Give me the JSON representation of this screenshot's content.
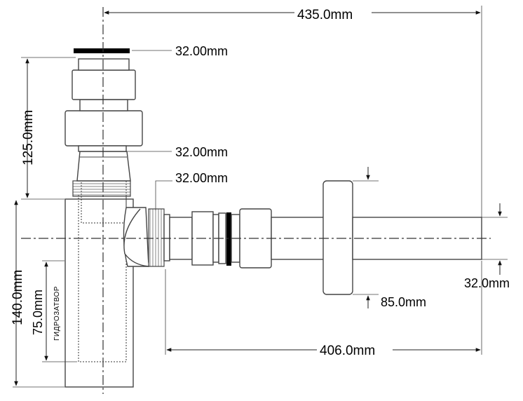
{
  "dimensions": {
    "total_length": "435.0mm",
    "top_inlet_diameter": "32.00mm",
    "middle_diameter": "32.00mm",
    "outlet_nut_diameter": "32.00mm",
    "upper_height": "125.0mm",
    "body_height": "140.0mm",
    "water_seal_height": "75.0mm",
    "water_seal_label": "ГИДРОЗАТВОР",
    "flange_diameter": "85.0mm",
    "pipe_length": "406.0mm",
    "outlet_pipe_diameter": "32.0mm"
  },
  "colors": {
    "line": "#444444",
    "gasket": "#000000",
    "background": "#ffffff"
  }
}
